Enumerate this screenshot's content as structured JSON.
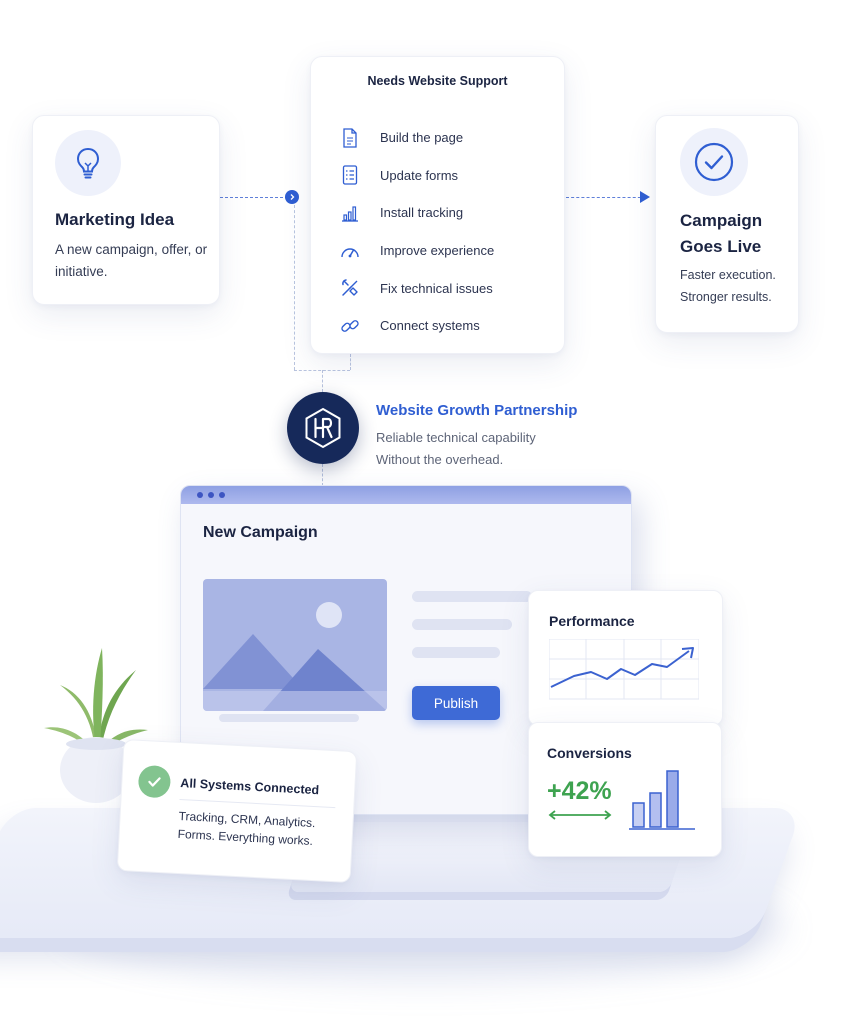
{
  "idea": {
    "icon": "lightbulb-icon",
    "title": "Marketing Idea",
    "description": "A new campaign, offer, or initiative."
  },
  "support": {
    "title": "Needs Website Support",
    "items": [
      {
        "label": "Build the page",
        "icon": "document-icon"
      },
      {
        "label": "Update forms",
        "icon": "form-icon"
      },
      {
        "label": "Install tracking",
        "icon": "bar-chart-icon"
      },
      {
        "label": "Improve experience",
        "icon": "speedometer-icon"
      },
      {
        "label": "Fix technical issues",
        "icon": "tools-icon"
      },
      {
        "label": "Connect systems",
        "icon": "link-icon"
      }
    ]
  },
  "live": {
    "icon": "check-circle-icon",
    "title": "Campaign Goes Live",
    "line1": "Faster execution.",
    "line2": "Stronger results."
  },
  "partnership": {
    "title": "Website Growth Partnership",
    "line1": "Reliable technical capability",
    "line2": "Without the overhead."
  },
  "monitor": {
    "title": "New Campaign",
    "publish_label": "Publish"
  },
  "performance": {
    "title": "Performance"
  },
  "conversions": {
    "title": "Conversions",
    "value": "+42%"
  },
  "systems": {
    "title": "All Systems Connected",
    "description": "Tracking, CRM, Analytics. Forms. Everything works."
  },
  "colors": {
    "accent": "#2f5ed2",
    "navy": "#16295a",
    "success": "#3ea350",
    "publish": "#3e6ad6"
  }
}
